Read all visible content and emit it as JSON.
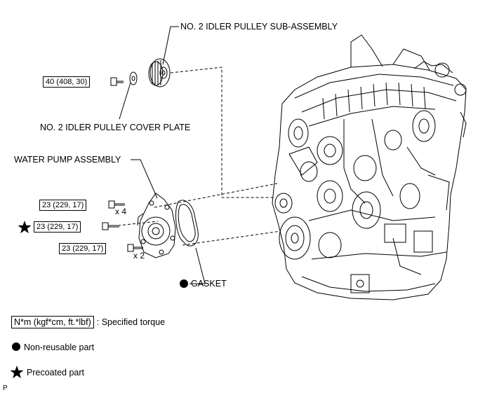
{
  "labels": {
    "idler_pulley": "NO. 2 IDLER PULLEY SUB-ASSEMBLY",
    "cover_plate": "NO. 2 IDLER PULLEY COVER PLATE",
    "water_pump": "WATER PUMP ASSEMBLY",
    "gasket": "GASKET"
  },
  "torques": {
    "idler_bolt": "40 (408, 30)",
    "pump_upper": "23 (229, 17)",
    "pump_precoated": "23 (229, 17)",
    "pump_lower": "23 (229, 17)"
  },
  "multipliers": {
    "upper": "x 4",
    "lower": "x 2"
  },
  "legend": {
    "torque_units": "N*m (kgf*cm, ft.*lbf)",
    "torque_desc": ": Specified torque",
    "non_reusable": "Non-reusable part",
    "precoated": "Precoated part"
  },
  "corner_mark": "P"
}
